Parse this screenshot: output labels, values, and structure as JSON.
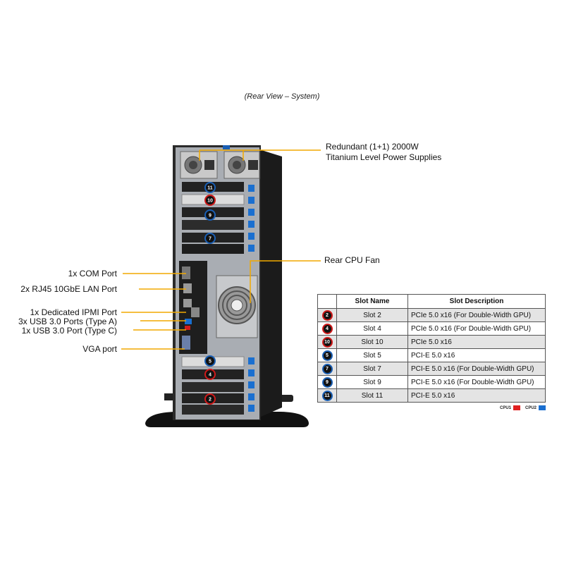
{
  "caption": "(Rear View – System)",
  "callouts": {
    "power_line1": "Redundant (1+1) 2000W",
    "power_line2": "Titanium Level Power Supplies",
    "rear_fan": "Rear CPU Fan",
    "com": "1x COM Port",
    "lan": "2x RJ45 10GbE LAN Port",
    "ipmi": "1x Dedicated IPMI Port",
    "usb_a": "3x USB 3.0 Ports (Type A)",
    "usb_c": "1x USB 3.0 Port (Type C)",
    "vga": "VGA port"
  },
  "table": {
    "headers": [
      "",
      "Slot Name",
      "Slot Description"
    ],
    "rows": [
      {
        "badge": "2",
        "cpu": "cpu1",
        "name": "Slot 2",
        "desc": "PCIe 5.0 x16 (For Double-Width GPU)"
      },
      {
        "badge": "4",
        "cpu": "cpu1",
        "name": "Slot 4",
        "desc": "PCIe 5.0 x16 (For Double-Width GPU)"
      },
      {
        "badge": "10",
        "cpu": "cpu1",
        "name": "Slot 10",
        "desc": "PCIe 5.0 x16"
      },
      {
        "badge": "5",
        "cpu": "cpu2",
        "name": "Slot 5",
        "desc": "PCI-E 5.0 x16"
      },
      {
        "badge": "7",
        "cpu": "cpu2",
        "name": "Slot 7",
        "desc": "PCI-E 5.0 x16 (For Double-Width GPU)"
      },
      {
        "badge": "9",
        "cpu": "cpu2",
        "name": "Slot 9",
        "desc": "PCI-E 5.0 x16 (For Double-Width GPU)"
      },
      {
        "badge": "11",
        "cpu": "cpu2",
        "name": "Slot 11",
        "desc": "PCI-E 5.0 x16"
      }
    ]
  },
  "legend": {
    "cpu1_label": "CPU1",
    "cpu2_label": "CPU2",
    "cpu1_color": "#e02020",
    "cpu2_color": "#1a6fd0"
  },
  "diagram_badges": [
    {
      "label": "11",
      "cpu": "cpu2"
    },
    {
      "label": "10",
      "cpu": "cpu1"
    },
    {
      "label": "9",
      "cpu": "cpu2"
    },
    {
      "label": "7",
      "cpu": "cpu2"
    },
    {
      "label": "5",
      "cpu": "cpu2"
    },
    {
      "label": "4",
      "cpu": "cpu1"
    },
    {
      "label": "2",
      "cpu": "cpu1"
    }
  ],
  "colors": {
    "callout_line": "#f2a900",
    "cpu1": "#d01a1a",
    "cpu2": "#1a5fb4",
    "chassis": "#1b1b1b",
    "panel": "#a9adb3"
  }
}
